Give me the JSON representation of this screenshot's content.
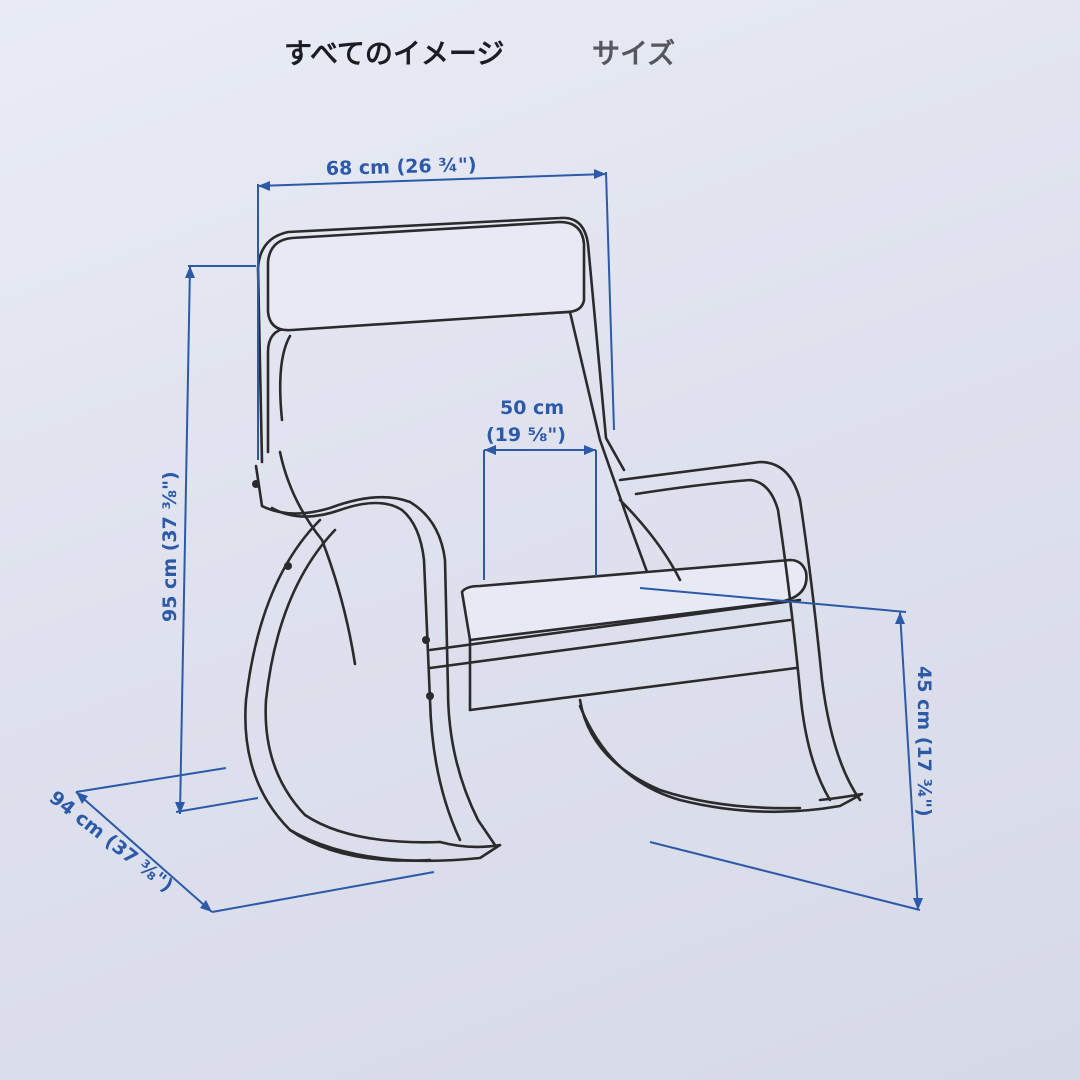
{
  "tabs": {
    "all_images": "すべてのイメージ",
    "size": "サイズ"
  },
  "dimensions": {
    "width": "68 cm (26 ¾\")",
    "seat_width_cm": "50 cm",
    "seat_width_in": "(19 ⅝\")",
    "height": "95 cm (37 ⅜\")",
    "seat_height": "45 cm (17 ¾\")",
    "depth": "94 cm (37 ⅜\")"
  },
  "colors": {
    "dimension_line": "#2c5aa8",
    "outline": "#2b2a2c"
  }
}
